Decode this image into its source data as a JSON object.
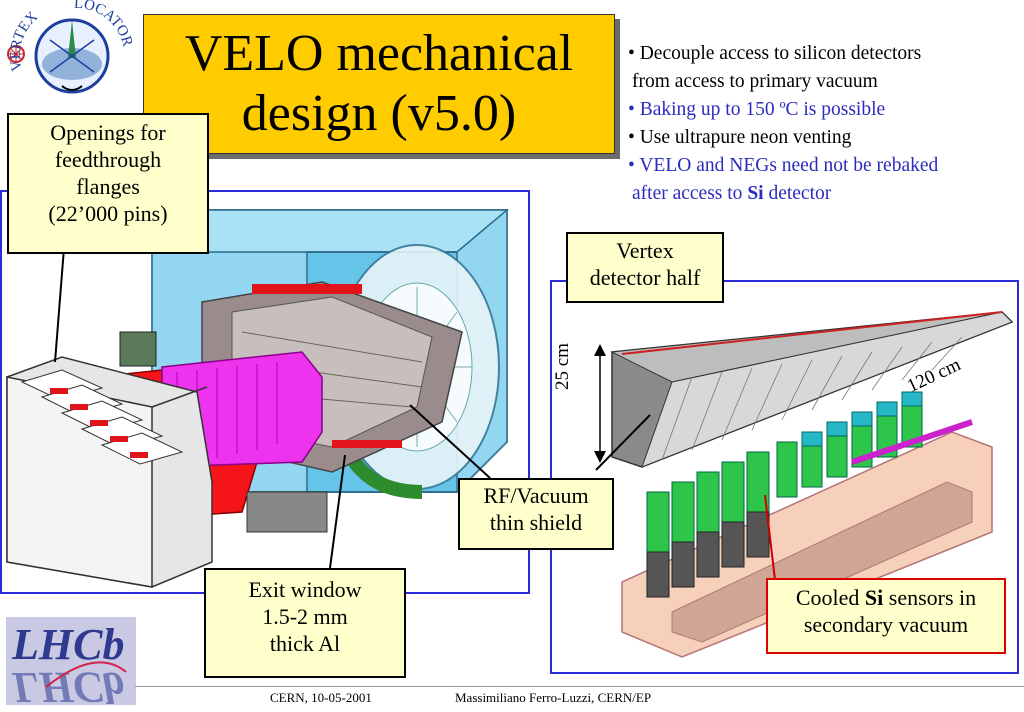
{
  "logo": {
    "text_left": "VERTEX",
    "text_right": "LOCATOR"
  },
  "title": {
    "line1": "VELO mechanical",
    "line2": "design (v5.0)"
  },
  "bullets": [
    {
      "text": "• Decouple access to silicon detectors",
      "color": "#000000"
    },
    {
      "text": "  from access to primary vacuum",
      "color": "#000000"
    },
    {
      "text": "• Baking up to 150 ºC is possible",
      "color": "#2b2bbd"
    },
    {
      "text": "• Use ultrapure neon venting",
      "color": "#000000"
    },
    {
      "text": "• VELO and NEGs need not be rebaked",
      "color": "#2b2bbd"
    },
    {
      "text_before": "  after access to ",
      "bold": "Si",
      "text_after": " detector",
      "color": "#2b2bbd"
    }
  ],
  "callouts": {
    "openings": [
      "Openings for",
      "feedthrough",
      "flanges",
      "(22’000 pins)"
    ],
    "vertex_half": [
      "Vertex",
      "detector half"
    ],
    "rf_vacuum": [
      "RF/Vacuum",
      "thin shield"
    ],
    "exit_window": [
      "Exit window",
      "1.5-2 mm",
      "thick Al"
    ],
    "cooled": {
      "before": "Cooled ",
      "bold": "Si",
      "after": " sensors in",
      "line2": "secondary vacuum"
    }
  },
  "dimensions": {
    "height": "25 cm",
    "length": "120 cm"
  },
  "lhcb_logo": "LHCb",
  "footer": {
    "left": "CERN, 10-05-2001",
    "right": "Massimiliano Ferro-Luzzi, CERN/EP"
  },
  "colors": {
    "title_bg": "#ffcc00",
    "callout_bg": "#ffffcc",
    "panel_border": "#2b2bd9",
    "accent_blue": "#2b2bbd"
  }
}
